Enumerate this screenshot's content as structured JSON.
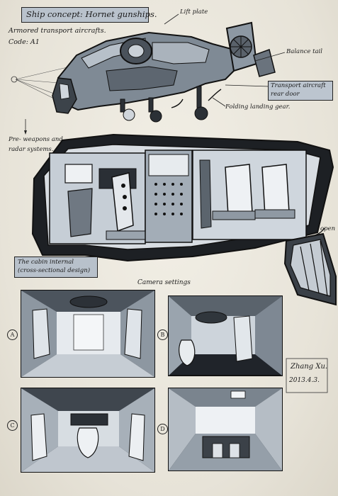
{
  "header": {
    "title": "Ship concept: Hornet gunships.",
    "subtitle": "Armored transport aircrafts.",
    "code": "Code: A1"
  },
  "callouts": {
    "lift_plate": "Lift plate",
    "balance_tail": "Balance tail",
    "rear_door_line1": "Transport aircraft",
    "rear_door_line2": "rear door",
    "landing_gear": "Folding landing gear.",
    "weapons_line1": "Pre- weapons and",
    "weapons_line2": "radar systems.",
    "open": "open"
  },
  "cabin": {
    "label_line1": "The cabin internal",
    "label_line2": "(cross-sectional design)"
  },
  "camera": {
    "heading": "Camera settings",
    "views": [
      {
        "id": "A"
      },
      {
        "id": "B"
      },
      {
        "id": "C"
      },
      {
        "id": "D"
      }
    ]
  },
  "signature": {
    "name": "Zhang Xu.",
    "date": "2013.4.3."
  },
  "colors": {
    "marker_gray": "#9aa5b0",
    "marker_light": "#c7ced6",
    "ink": "#111111",
    "paper": "#ece9df"
  }
}
